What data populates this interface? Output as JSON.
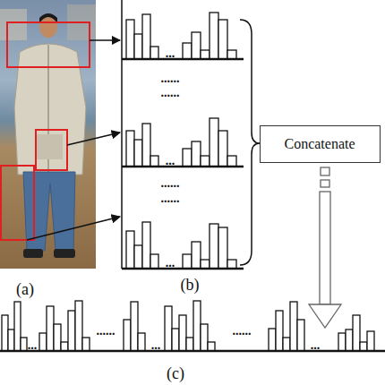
{
  "diagram": {
    "nodes": [
      {
        "text": [
          "Concatenate"
        ]
      }
    ],
    "labels": [
      "...",
      "......",
      "......",
      "...",
      "......",
      "......",
      "...",
      "(a)",
      "(b)",
      "...",
      "......",
      "...",
      "......",
      "...",
      "(c)"
    ]
  }
}
